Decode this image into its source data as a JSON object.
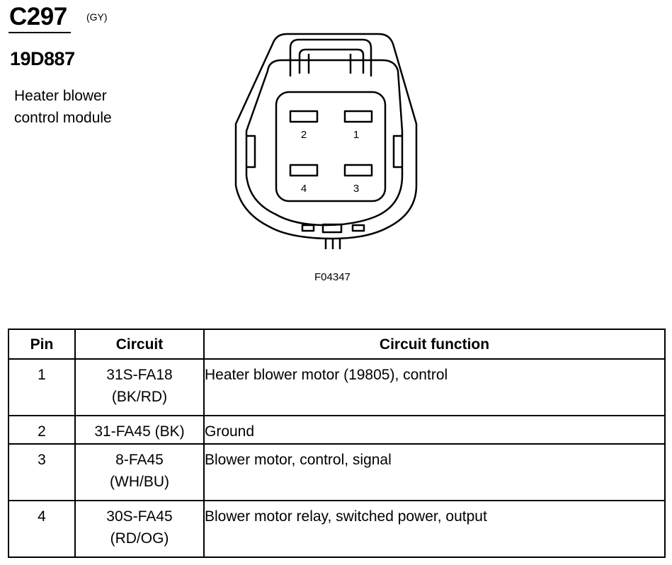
{
  "connector": {
    "id": "C297",
    "color_code": "(GY)",
    "part_number": "19D887",
    "description": "Heater blower\ncontrol module",
    "description_lines": [
      "Heater blower",
      "control module"
    ],
    "figure_id": "F04347",
    "terminal_labels": [
      "2",
      "1",
      "4",
      "3"
    ]
  },
  "table": {
    "headers": [
      "Pin",
      "Circuit",
      "Circuit function"
    ],
    "rows": [
      {
        "pin": "1",
        "circuit_lines": [
          "31S-FA18",
          "(BK/RD)"
        ],
        "function": "Heater blower motor (19805), control"
      },
      {
        "pin": "2",
        "circuit_lines": [
          "31-FA45 (BK)"
        ],
        "function": "Ground"
      },
      {
        "pin": "3",
        "circuit_lines": [
          "8-FA45",
          "(WH/BU)"
        ],
        "function": "Blower motor, control, signal"
      },
      {
        "pin": "4",
        "circuit_lines": [
          "30S-FA45",
          "(RD/OG)"
        ],
        "function": "Blower motor relay, switched power, output"
      }
    ]
  }
}
